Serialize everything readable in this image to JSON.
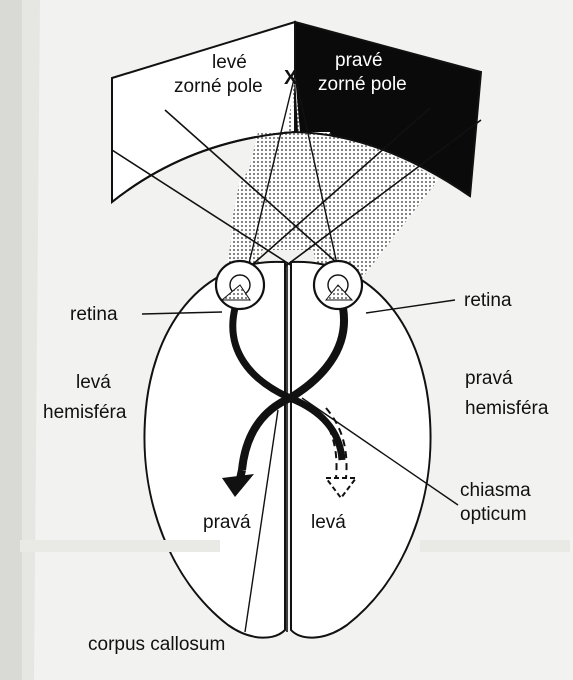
{
  "labels": {
    "left_field_line1": "levé",
    "left_field_line2": "zorné pole",
    "right_field_line1": "pravé",
    "right_field_line2": "zorné pole",
    "fixation_mark": "X",
    "retina_left": "retina",
    "retina_right": "retina",
    "hemisphere_left_line1": "levá",
    "hemisphere_left_line2": "hemisféra",
    "hemisphere_right_line1": "pravá",
    "hemisphere_right_line2": "hemisféra",
    "arrow_left_label": "pravá",
    "arrow_right_label": "levá",
    "chiasma_line1": "chiasma",
    "chiasma_line2": "opticum",
    "corpus_callosum": "corpus callosum"
  },
  "colors": {
    "background": "#f2f2f0",
    "ink": "#111111",
    "dark_field": "#0a0a0a",
    "stipple": "#8a8a8a"
  }
}
